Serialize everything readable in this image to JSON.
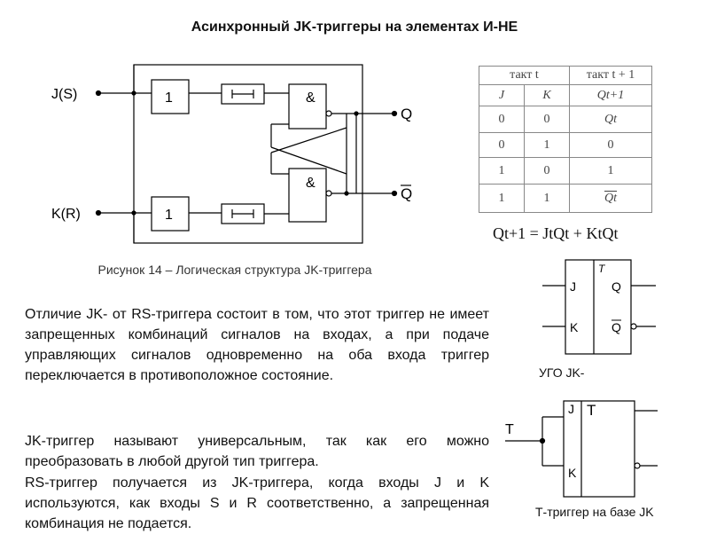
{
  "title": "Асинхронный JK-триггеры на элементах И-НЕ",
  "circuit": {
    "input_j": "J(S)",
    "input_k": "K(R)",
    "or_gate_label": "1",
    "and_gate_label": "&",
    "output_q": "Q",
    "output_qbar": "Q"
  },
  "figure_caption": "Рисунок 14 – Логическая структура JK-триггера",
  "truth_table": {
    "header_left": "такт t",
    "header_right": "такт t + 1",
    "col_j": "J",
    "col_k": "K",
    "col_q": "Qt+1",
    "rows": [
      {
        "j": "0",
        "k": "0",
        "q": "Qt"
      },
      {
        "j": "0",
        "k": "1",
        "q": "0"
      },
      {
        "j": "1",
        "k": "0",
        "q": "1"
      },
      {
        "j": "1",
        "k": "1",
        "q": "Qt"
      }
    ]
  },
  "formula": "Qt+1 = JtQt + KtQt",
  "ugo": {
    "label_t": "T",
    "label_j": "J",
    "label_k": "K",
    "label_q": "Q",
    "label_qbar": "Q",
    "caption": "УГО JK-"
  },
  "t_trigger": {
    "input_label": "T",
    "label_j": "J",
    "label_k": "K",
    "label_t": "T",
    "caption": "Т-триггер на базе JK"
  },
  "paragraphs": {
    "p1": "Отличие JK- от RS-триггера состоит в том, что этот триггер не имеет запрещенных комбинаций сигналов на входах, а при подаче управляющих сигналов одновременно на оба входа триггер переключается в противоположное состояние.",
    "p2": "JK-триггер называют универсальным, так как его можно преобразовать в любой другой тип триггера.",
    "p3": "RS-триггер получается из JK-триггера, когда входы J и K используются, как входы S и R соответственно, а запрещенная комбинация не подается."
  }
}
